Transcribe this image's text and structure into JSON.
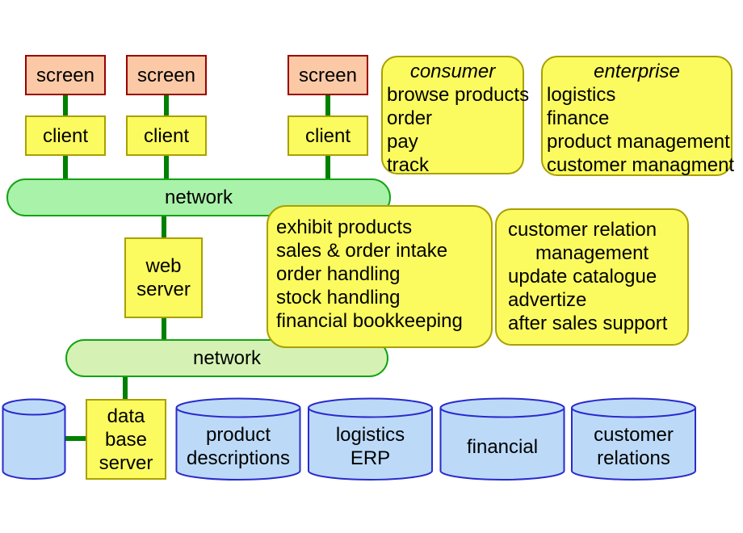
{
  "nodes": {
    "screens": [
      "screen",
      "screen",
      "screen"
    ],
    "clients": [
      "client",
      "client",
      "client"
    ],
    "network_top": "network",
    "network_bottom": "network",
    "web_server": "web\nserver",
    "database_server": "data\nbase\nserver"
  },
  "callouts": {
    "consumer": {
      "title": "consumer",
      "items": [
        "browse products",
        "order",
        "pay",
        "track"
      ]
    },
    "enterprise": {
      "title": "enterprise",
      "items": [
        "logistics",
        "finance",
        "product management",
        "customer managment"
      ]
    },
    "web_functions": {
      "items": [
        "exhibit products",
        "sales & order intake",
        "order handling",
        "stock handling",
        "financial bookkeeping"
      ]
    },
    "crm_functions": {
      "items": [
        "customer relation",
        "management",
        "update catalogue",
        "advertize",
        "after sales support"
      ]
    }
  },
  "databases": [
    {
      "label": ""
    },
    {
      "label": "product\ndescriptions"
    },
    {
      "label": "logistics\nERP"
    },
    {
      "label": "financial"
    },
    {
      "label": "customer\nrelations"
    }
  ],
  "colors": {
    "screen_fill": "#fbc9a5",
    "screen_border": "#990000",
    "box_fill": "#fbfb60",
    "box_border": "#a9a000",
    "network_top_fill": "#a9f2a9",
    "network_bottom_fill": "#d5f2b4",
    "network_border": "#12a312",
    "database_fill": "#bcdaf8",
    "database_border": "#2a2acc",
    "connector": "#008000"
  }
}
